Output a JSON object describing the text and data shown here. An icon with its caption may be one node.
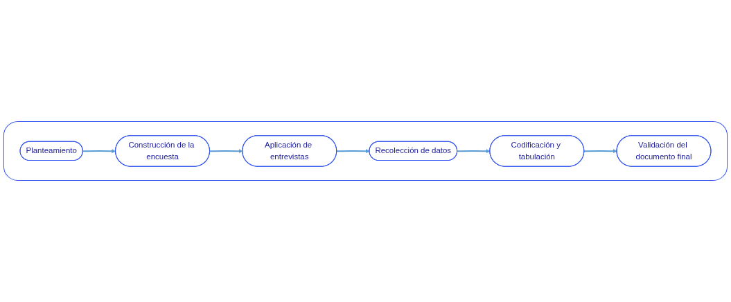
{
  "diagram": {
    "nodes": [
      {
        "text": [],
        "shape": "box"
      },
      {
        "text": [
          "Planteamiento"
        ],
        "in": 0
      },
      {
        "text": [
          "Construcción de la encuesta"
        ],
        "in": 0
      },
      {
        "text": [
          "Aplicación de entrevistas"
        ],
        "in": 0
      },
      {
        "text": [
          "Recolección de datos"
        ],
        "in": 0
      },
      {
        "text": [
          "Codificación y tabulación"
        ],
        "in": 0
      },
      {
        "text": [
          "Validación del documento final"
        ],
        "in": 0
      }
    ],
    "edges": [
      {
        "from": 1,
        "to": 2,
        "arrow": "to"
      },
      {
        "from": 2,
        "to": 3,
        "arrow": "to"
      },
      {
        "from": 3,
        "to": 4,
        "arrow": "to"
      },
      {
        "from": 4,
        "to": 5,
        "arrow": "to"
      },
      {
        "from": 5,
        "to": 6,
        "arrow": "to"
      }
    ]
  }
}
